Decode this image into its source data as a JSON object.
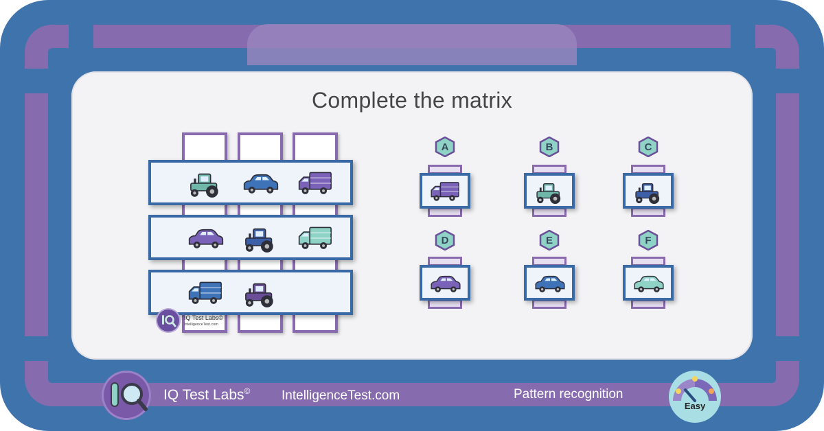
{
  "title": "Complete the matrix",
  "options": [
    {
      "letter": "A",
      "vehicle": "truck",
      "color": "#7a62b8"
    },
    {
      "letter": "B",
      "vehicle": "tractor",
      "color": "#6fb7a8"
    },
    {
      "letter": "C",
      "vehicle": "tractor",
      "color": "#3c5fa8"
    },
    {
      "letter": "D",
      "vehicle": "car",
      "color": "#7a62b8"
    },
    {
      "letter": "E",
      "vehicle": "car",
      "color": "#3f73b8"
    },
    {
      "letter": "F",
      "vehicle": "car",
      "color": "#8fd3c6"
    }
  ],
  "matrix": [
    [
      {
        "vehicle": "tractor",
        "color": "#6fb7a8"
      },
      {
        "vehicle": "car",
        "color": "#3f73b8"
      },
      {
        "vehicle": "truck",
        "color": "#7a62b8"
      }
    ],
    [
      {
        "vehicle": "car",
        "color": "#7a62b8"
      },
      {
        "vehicle": "tractor",
        "color": "#3c5fa8"
      },
      {
        "vehicle": "truck",
        "color": "#8fd3c6"
      }
    ],
    [
      {
        "vehicle": "truck",
        "color": "#3f73b8"
      },
      {
        "vehicle": "tractor",
        "color": "#6a4e98"
      },
      null
    ]
  ],
  "watermark": {
    "brand": "IQ Test Labs©",
    "site": "IntelligenceTest.com"
  },
  "footer": {
    "brand": "IQ Test Labs",
    "copyright": "©",
    "site": "IntelligenceTest.com",
    "category": "Pattern recognition",
    "difficulty": "Easy"
  },
  "colors": {
    "frame": "#3f73ab",
    "band": "#8a6aae",
    "panel": "#f3f3f5",
    "row_border": "#3a6aa6",
    "hex": "#8fd3c6"
  }
}
